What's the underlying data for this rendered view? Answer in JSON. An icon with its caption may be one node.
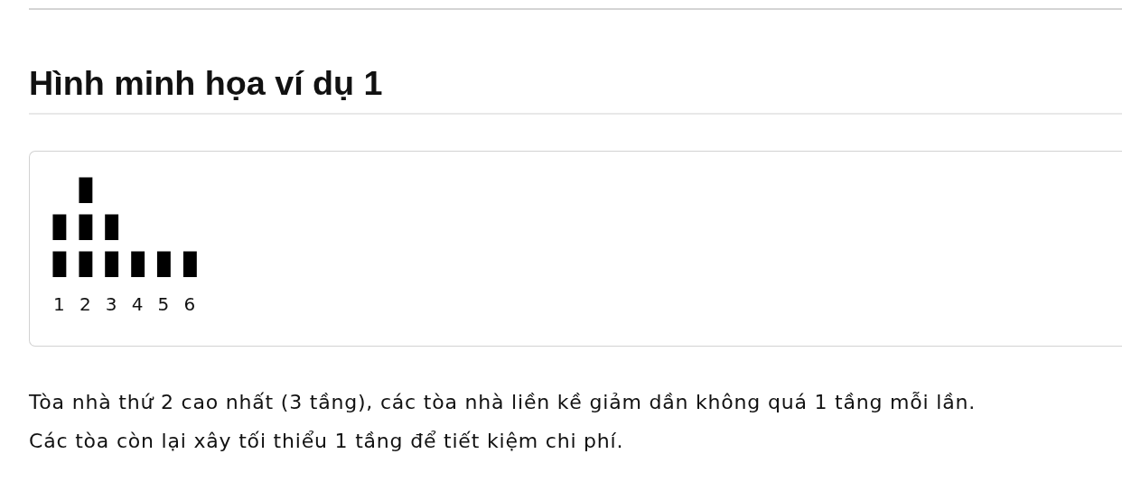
{
  "diagram": {
    "title": "Hình minh họa ví dụ 1",
    "labels": [
      "█",
      "█ █ █",
      "█ █ █ █ █ █",
      "1 2 3 4 5 6",
      "Tòa nhà thứ 2 cao nhất (3 tầng), các tòa nhà liền kề giảm dần không quá 1 tầng mỗi lần.",
      "Các tòa còn lại xây tối thiểu 1 tầng để tiết kiệm chi phí."
    ]
  }
}
